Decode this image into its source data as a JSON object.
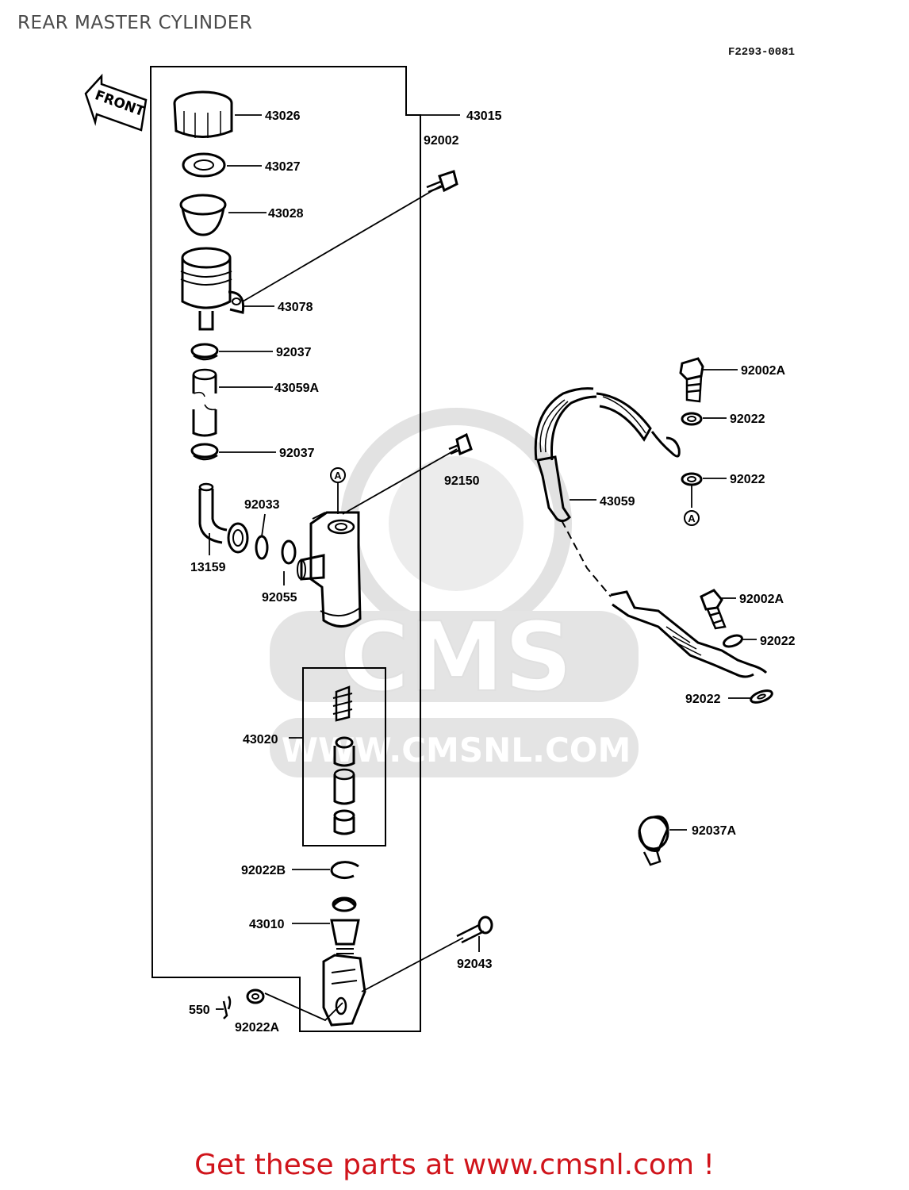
{
  "page": {
    "title": "REAR MASTER CYLINDER",
    "diagram_code": "F2293-0081",
    "footer_link": "Get these parts at www.cmsnl.com !",
    "footer_color": "#d0141b"
  },
  "watermark": {
    "logo_text": "CMS",
    "url_text": "WWW.CMSNL.COM",
    "color": "#e2e2e2"
  },
  "orientation_label": "FRONT",
  "callout_a": "A",
  "parts": [
    {
      "id": "p43026",
      "number": "43026"
    },
    {
      "id": "p43015",
      "number": "43015"
    },
    {
      "id": "p92002",
      "number": "92002"
    },
    {
      "id": "p43027",
      "number": "43027"
    },
    {
      "id": "p43028",
      "number": "43028"
    },
    {
      "id": "p43078",
      "number": "43078"
    },
    {
      "id": "p92037a",
      "number": "92037"
    },
    {
      "id": "p43059A",
      "number": "43059A"
    },
    {
      "id": "p92037b",
      "number": "92037"
    },
    {
      "id": "p92150",
      "number": "92150"
    },
    {
      "id": "p92033",
      "number": "92033"
    },
    {
      "id": "p13159",
      "number": "13159"
    },
    {
      "id": "p92055",
      "number": "92055"
    },
    {
      "id": "p43020",
      "number": "43020"
    },
    {
      "id": "p92022B",
      "number": "92022B"
    },
    {
      "id": "p43010",
      "number": "43010"
    },
    {
      "id": "p92043",
      "number": "92043"
    },
    {
      "id": "p550",
      "number": "550"
    },
    {
      "id": "p92022A",
      "number": "92022A"
    },
    {
      "id": "p92002A1",
      "number": "92002A"
    },
    {
      "id": "p92022a1",
      "number": "92022"
    },
    {
      "id": "p92022a2",
      "number": "92022"
    },
    {
      "id": "p43059",
      "number": "43059"
    },
    {
      "id": "p92002A2",
      "number": "92002A"
    },
    {
      "id": "p92022a3",
      "number": "92022"
    },
    {
      "id": "p92022a4",
      "number": "92022"
    },
    {
      "id": "p92037A",
      "number": "92037A"
    }
  ]
}
